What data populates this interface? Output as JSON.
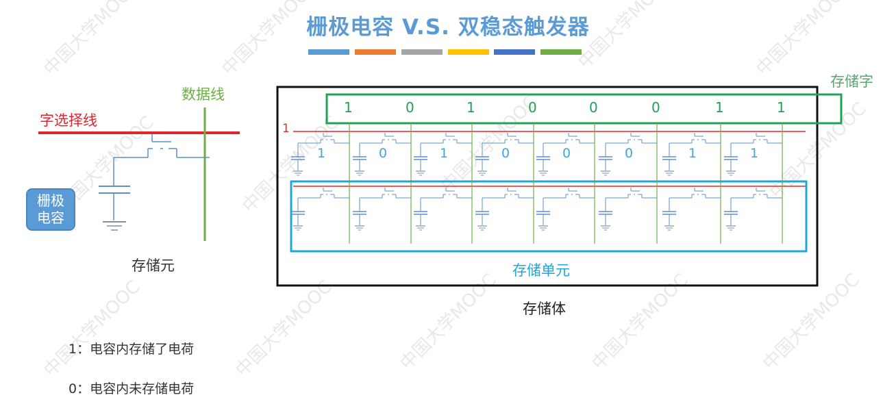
{
  "title": "栅极电容 V.S. 双稳态触发器",
  "title_color": "#5b9bd5",
  "color_bars": [
    "#5b9bd5",
    "#ed7d31",
    "#a5a5a5",
    "#ffc000",
    "#4472c4",
    "#70ad47"
  ],
  "single_cell": {
    "data_line_label": "数据线",
    "word_line_label": "字选择线",
    "callout": [
      "栅极",
      "电容"
    ],
    "caption": "存储元"
  },
  "array": {
    "word_label": "存储字",
    "word_bits": [
      "1",
      "0",
      "1",
      "0",
      "0",
      "0",
      "1",
      "1"
    ],
    "row1_select_label": "1",
    "row1_cell_values": [
      "1",
      "0",
      "1",
      "0",
      "0",
      "0",
      "1",
      "1"
    ],
    "unit_label": "存储单元",
    "caption": "存储体"
  },
  "legend": [
    {
      "key": "1：",
      "text": "电容内存储了电荷"
    },
    {
      "key": "0：",
      "text": "电容内未存储电荷"
    }
  ],
  "watermark": "中国大学MOOC",
  "colors": {
    "word_line": "#e0262b",
    "data_line": "#70ad47",
    "circuit": "#5b8fc9",
    "word_box": "#22a055",
    "unit_box": "#1fa6d8",
    "outer_box": "#111111"
  }
}
